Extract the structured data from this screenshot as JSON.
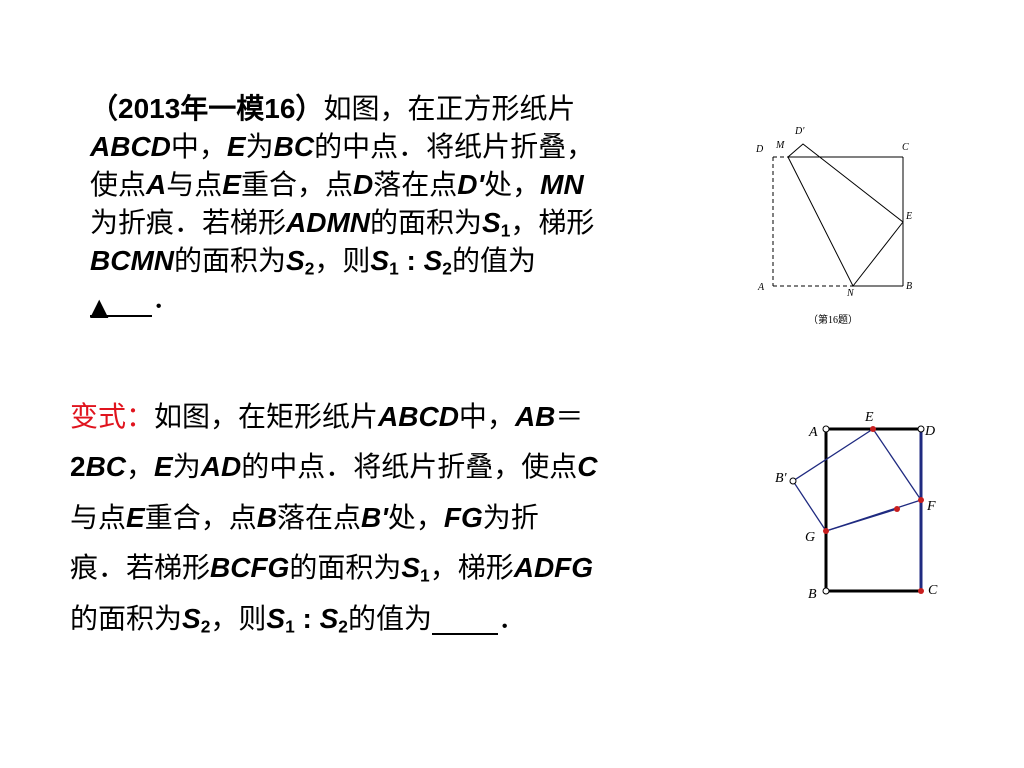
{
  "problem1": {
    "source": "（2013年一模16）",
    "line1": "如图，在正方形纸片",
    "line2_a": "ABCD",
    "line2_b": "中，",
    "line2_c": "E",
    "line2_d": "为",
    "line2_e": "BC",
    "line2_f": "的中点．将纸片折叠，",
    "line3_a": "使点",
    "line3_b": "A",
    "line3_c": "与点",
    "line3_d": "E",
    "line3_e": "重合，点",
    "line3_f": "D",
    "line3_g": "落在点",
    "line3_h": "D'",
    "line3_i": "处，",
    "line3_j": "MN",
    "line4_a": "为折痕．若梯形",
    "line4_b": "ADMN",
    "line4_c": "的面积为",
    "line4_d": "S",
    "line4_e": "1",
    "line4_f": "，梯形",
    "line5_a": "BCMN",
    "line5_b": "的面积为",
    "line5_c": "S",
    "line5_d": "2",
    "line5_e": "，则",
    "line5_f": "S",
    "line5_g": "1",
    "line5_h": " : ",
    "line5_i": "S",
    "line5_j": "2",
    "line5_k": "的值为",
    "answer_mark": "▲",
    "end": "．"
  },
  "figure1": {
    "labels": {
      "D": "D",
      "Dp": "D'",
      "M": "M",
      "C": "C",
      "E": "E",
      "A": "A",
      "N": "N",
      "B": "B"
    },
    "caption": "（第16题）"
  },
  "problem2": {
    "label": "变式：",
    "t1": "如图，在矩形纸片",
    "t2": "ABCD",
    "t3": "中，",
    "t4": "AB",
    "t5": "＝",
    "t6": "2",
    "t7": "BC",
    "t8": "，",
    "t9": "E",
    "t10": "为",
    "t11": "AD",
    "t12": "的中点．将纸片折叠，使点",
    "t13": "C",
    "t14": "与点",
    "t15": "E",
    "t16": "重合，点",
    "t17": "B",
    "t18": "落在点",
    "t19": "B'",
    "t20": "处，",
    "t21": "FG",
    "t22": "为折",
    "t23": "痕．若梯形",
    "t24": "BCFG",
    "t25": "的面积为",
    "t26": "S",
    "t27": "1",
    "t28": "，梯形",
    "t29": "ADFG",
    "t30": "的面积为",
    "t31": "S",
    "t32": "2",
    "t33": "，则",
    "t34": "S",
    "t35": "1",
    "t36": " : ",
    "t37": "S",
    "t38": "2",
    "t39": "的值为",
    "end": "．"
  },
  "figure2": {
    "labels": {
      "A": "A",
      "E": "E",
      "D": "D",
      "Bp": "B'",
      "F": "F",
      "G": "G",
      "B": "B",
      "C": "C"
    }
  },
  "colors": {
    "accent_red": "#e0141e",
    "figure_line": "#1f2a80",
    "point_red": "#c81e1e"
  }
}
